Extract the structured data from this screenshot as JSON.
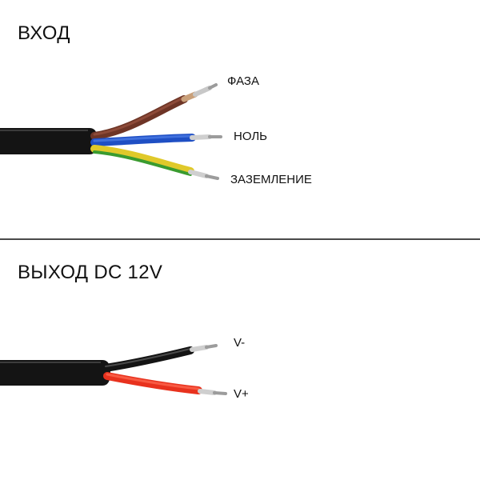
{
  "input": {
    "heading": "ВХОД",
    "wires": [
      {
        "label": "ФАЗА",
        "color": "#7a3b2c"
      },
      {
        "label": "НОЛЬ",
        "color": "#1f4fc4"
      },
      {
        "label": "ЗАЗЕМЛЕНИЕ",
        "color_primary": "#e0c92a",
        "color_stripe": "#3a9b2f"
      }
    ],
    "cable_color": "#111111"
  },
  "output": {
    "heading": "ВЫХОД  DC 12V",
    "wires": [
      {
        "label": "V-",
        "color": "#141414"
      },
      {
        "label": "V+",
        "color": "#e8321e"
      }
    ],
    "cable_color": "#111111"
  },
  "icons": {
    "terminal": "tinned-wire-tip-icon"
  }
}
